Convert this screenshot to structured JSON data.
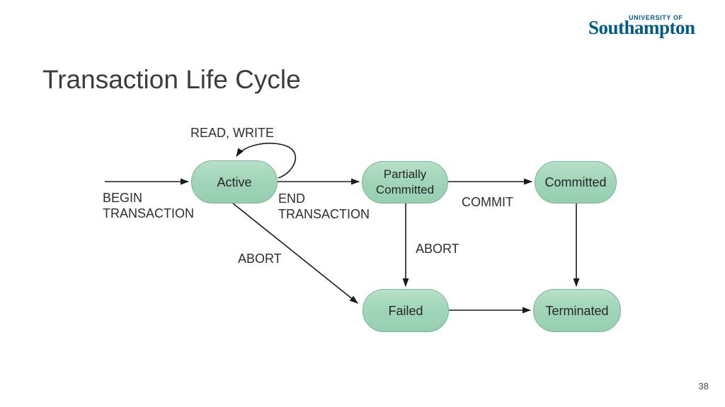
{
  "title": "Transaction Life Cycle",
  "logo": {
    "university_of": "UNIVERSITY OF",
    "name": "Southampton",
    "color": "#005c84"
  },
  "page_number": "38",
  "colors": {
    "node_fill": "#9fd3b7",
    "node_border": "#79b596",
    "arrow": "#1a1a1a",
    "title_text": "#3c3c3c"
  },
  "diagram": {
    "type": "state-diagram",
    "nodes": [
      {
        "id": "active",
        "label": "Active"
      },
      {
        "id": "partially-committed",
        "label": "Partially Committed"
      },
      {
        "id": "committed",
        "label": "Committed"
      },
      {
        "id": "failed",
        "label": "Failed"
      },
      {
        "id": "terminated",
        "label": "Terminated"
      }
    ],
    "transitions": [
      {
        "from": "start",
        "to": "active",
        "label": "BEGIN TRANSACTION"
      },
      {
        "from": "active",
        "to": "active",
        "label": "READ, WRITE"
      },
      {
        "from": "active",
        "to": "partially-committed",
        "label": "END TRANSACTION"
      },
      {
        "from": "partially-committed",
        "to": "committed",
        "label": "COMMIT"
      },
      {
        "from": "partially-committed",
        "to": "failed",
        "label": "ABORT"
      },
      {
        "from": "active",
        "to": "failed",
        "label": "ABORT"
      },
      {
        "from": "failed",
        "to": "terminated",
        "label": ""
      },
      {
        "from": "committed",
        "to": "terminated",
        "label": ""
      }
    ]
  },
  "node_labels": {
    "active": "Active",
    "partial_line1": "Partially",
    "partial_line2": "Committed",
    "committed": "Committed",
    "failed": "Failed",
    "terminated": "Terminated"
  },
  "edge_labels": {
    "read_write": "READ, WRITE",
    "begin_line1": "BEGIN",
    "begin_line2": "TRANSACTION",
    "end_line1": "END",
    "end_line2": "TRANSACTION",
    "commit": "COMMIT",
    "abort_from_active": "ABORT",
    "abort_from_partial": "ABORT"
  }
}
